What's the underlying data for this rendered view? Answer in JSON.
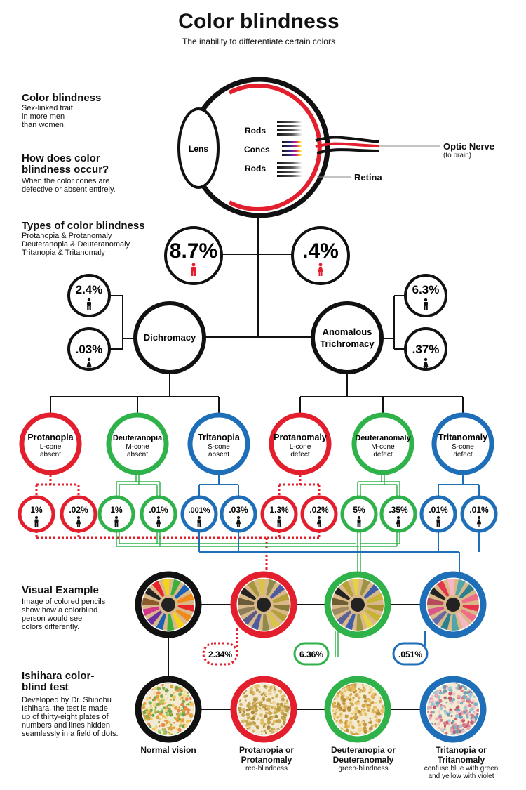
{
  "header": {
    "title": "Color blindness",
    "subtitle": "The inability to differentiate certain colors"
  },
  "sections": {
    "color_blindness": {
      "heading": "Color blindness",
      "lines": [
        "Sex-linked trait",
        "in more men",
        "than women."
      ]
    },
    "how_occur": {
      "heading_lines": [
        "How does color",
        "blindness occur?"
      ],
      "lines": [
        "When the color cones are",
        "defective or absent entirely."
      ]
    },
    "types": {
      "heading": "Types of color blindness",
      "lines": [
        "Protanopia & Protanomaly",
        "Deuteranopia & Deuteranomaly",
        "Tritanopia & Tritanomaly"
      ]
    },
    "visual_example": {
      "heading": "Visual Example",
      "lines": [
        "Image of colored pencils",
        "show how a colorblind",
        "person would see",
        "colors differently."
      ]
    },
    "ishihara": {
      "heading_lines": [
        "Ishihara color-",
        "blind test"
      ],
      "lines": [
        "Developed by Dr. Shinobu",
        "Ishihara, the test is made",
        "up of thirty-eight plates of",
        "numbers and lines hidden",
        "seamlessly in a field of dots."
      ]
    }
  },
  "eye": {
    "lens": "Lens",
    "rods_top": "Rods",
    "cones": "Cones",
    "rods_bottom": "Rods",
    "retina": "Retina",
    "optic_nerve": "Optic Nerve",
    "optic_nerve_sub": "(to brain)"
  },
  "totals": {
    "male": "8.7%",
    "female": ".4%"
  },
  "categories": {
    "dichromacy": {
      "label": "Dichromacy",
      "male": "2.4%",
      "female": ".03%"
    },
    "anomalous": {
      "label_lines": [
        "Anomalous",
        "Trichromacy"
      ],
      "male": "6.3%",
      "female": ".37%"
    }
  },
  "types": [
    {
      "name": "Protanopia",
      "lines": [
        "L-cone",
        "absent"
      ],
      "male": "1%",
      "female": ".02%",
      "color": "#e31e2d"
    },
    {
      "name": "Deuteranopia",
      "lines": [
        "M-cone",
        "absent"
      ],
      "male": "1%",
      "female": ".01%",
      "color": "#2fb24a"
    },
    {
      "name": "Tritanopia",
      "lines": [
        "S-cone",
        "absent"
      ],
      "male": ".001%",
      "female": ".03%",
      "color": "#1f6fb8"
    },
    {
      "name": "Protanomaly",
      "lines": [
        "L-cone",
        "defect"
      ],
      "male": "1.3%",
      "female": ".02%",
      "color": "#e31e2d"
    },
    {
      "name": "Deuteranomaly",
      "lines": [
        "M-cone",
        "defect"
      ],
      "male": "5%",
      "female": ".35%",
      "color": "#2fb24a"
    },
    {
      "name": "Tritanomaly",
      "lines": [
        "S-cone",
        "defect"
      ],
      "male": ".01%",
      "female": ".01%",
      "color": "#1f6fb8"
    }
  ],
  "combined": {
    "red": "2.34%",
    "green": "6.36%",
    "blue": ".051%"
  },
  "bottom": {
    "normal": {
      "lines": [
        "Normal vision"
      ],
      "sub": []
    },
    "protan": {
      "lines": [
        "Protanopia or",
        "Protanomaly"
      ],
      "sub": [
        "red-blindness"
      ]
    },
    "deutan": {
      "lines": [
        "Deuteranopia or",
        "Deuteranomaly"
      ],
      "sub": [
        "green-blindness"
      ]
    },
    "tritan": {
      "lines": [
        "Tritanopia or",
        "Tritanomaly"
      ],
      "sub": [
        "confuse blue with green",
        "and yellow with violet"
      ]
    }
  },
  "colors": {
    "red": "#e31e2d",
    "green": "#2fb24a",
    "blue": "#1f6fb8",
    "black": "#111111"
  },
  "icons": {
    "male": "male-figure-icon",
    "female": "female-figure-icon"
  }
}
